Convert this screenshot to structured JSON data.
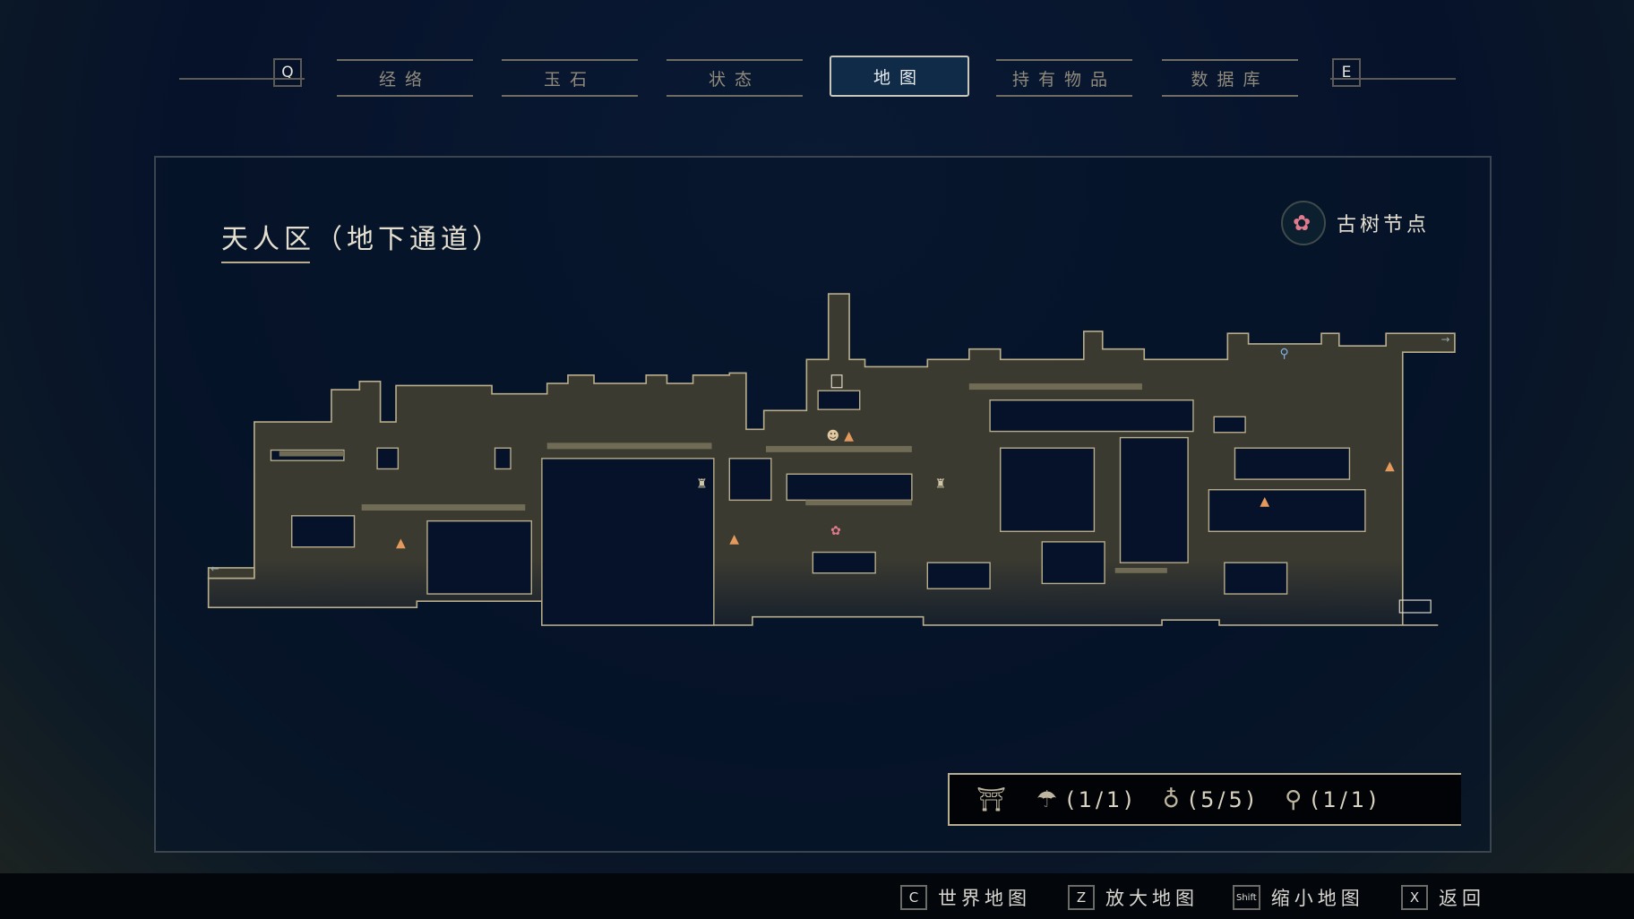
{
  "tabs": {
    "prev_key": "Q",
    "next_key": "E",
    "items": [
      {
        "label": "经络",
        "active": false
      },
      {
        "label": "玉石",
        "active": false
      },
      {
        "label": "状态",
        "active": false
      },
      {
        "label": "地图",
        "active": true
      },
      {
        "label": "持有物品",
        "active": false
      },
      {
        "label": "数据库",
        "active": false
      }
    ]
  },
  "map": {
    "area_title": "天人区（地下通道）",
    "legend_label": "古树节点",
    "legend_icon": "lotus-node-icon"
  },
  "stats": {
    "npc_count": "(1/1)",
    "bag_count": "(5/5)",
    "search_count": "(1/1)"
  },
  "hints": [
    {
      "key": "C",
      "label": "世界地图"
    },
    {
      "key": "Z",
      "label": "放大地图"
    },
    {
      "key": "Shift",
      "label": "缩小地图"
    },
    {
      "key": "X",
      "label": "返回"
    }
  ],
  "colors": {
    "accent": "#b8ad8a",
    "background": "#06122a",
    "map_fill": "#3b3a31",
    "active_tab": "#0f2b47"
  }
}
